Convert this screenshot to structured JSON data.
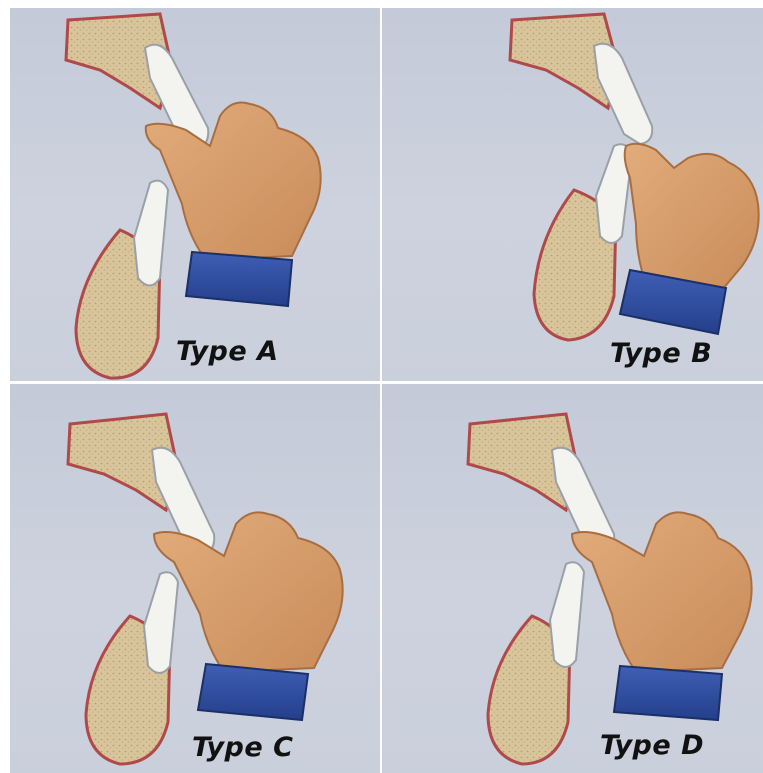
{
  "panels": [
    {
      "id": "a",
      "label": "Type A"
    },
    {
      "id": "b",
      "label": "Type B"
    },
    {
      "id": "c",
      "label": "Type C"
    },
    {
      "id": "d",
      "label": "Type D"
    }
  ],
  "colors": {
    "panel_background": "#c9cfdb",
    "bone_fill": "#d8c49a",
    "gingiva_outline": "#b04a4a",
    "tooth": "#f3f3ef",
    "skin": "#d9a070",
    "cuff": "#2f4d9e",
    "label_text": "#111111"
  },
  "icons": [
    "upper-jaw-bone-icon",
    "lower-jaw-bone-icon",
    "upper-tooth-icon",
    "lower-tooth-icon",
    "thumb-hand-icon",
    "sleeve-cuff-icon"
  ]
}
